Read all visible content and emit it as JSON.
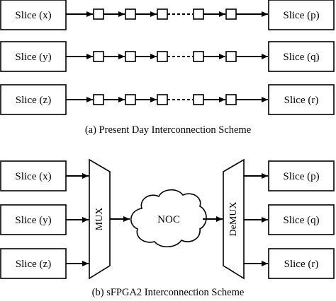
{
  "top": {
    "left_slices": [
      "Slice (x)",
      "Slice (y)",
      "Slice (z)"
    ],
    "right_slices": [
      "Slice (p)",
      "Slice (q)",
      "Slice (r)"
    ],
    "caption": "(a) Present Day Interconnection Scheme"
  },
  "bottom": {
    "left_slices": [
      "Slice (x)",
      "Slice (y)",
      "Slice (z)"
    ],
    "right_slices": [
      "Slice (p)",
      "Slice (q)",
      "Slice (r)"
    ],
    "mux_label": "MUX",
    "noc_label": "NOC",
    "demux_label": "DeMUX",
    "caption": "(b) sFPGA2 Interconnection Scheme"
  }
}
